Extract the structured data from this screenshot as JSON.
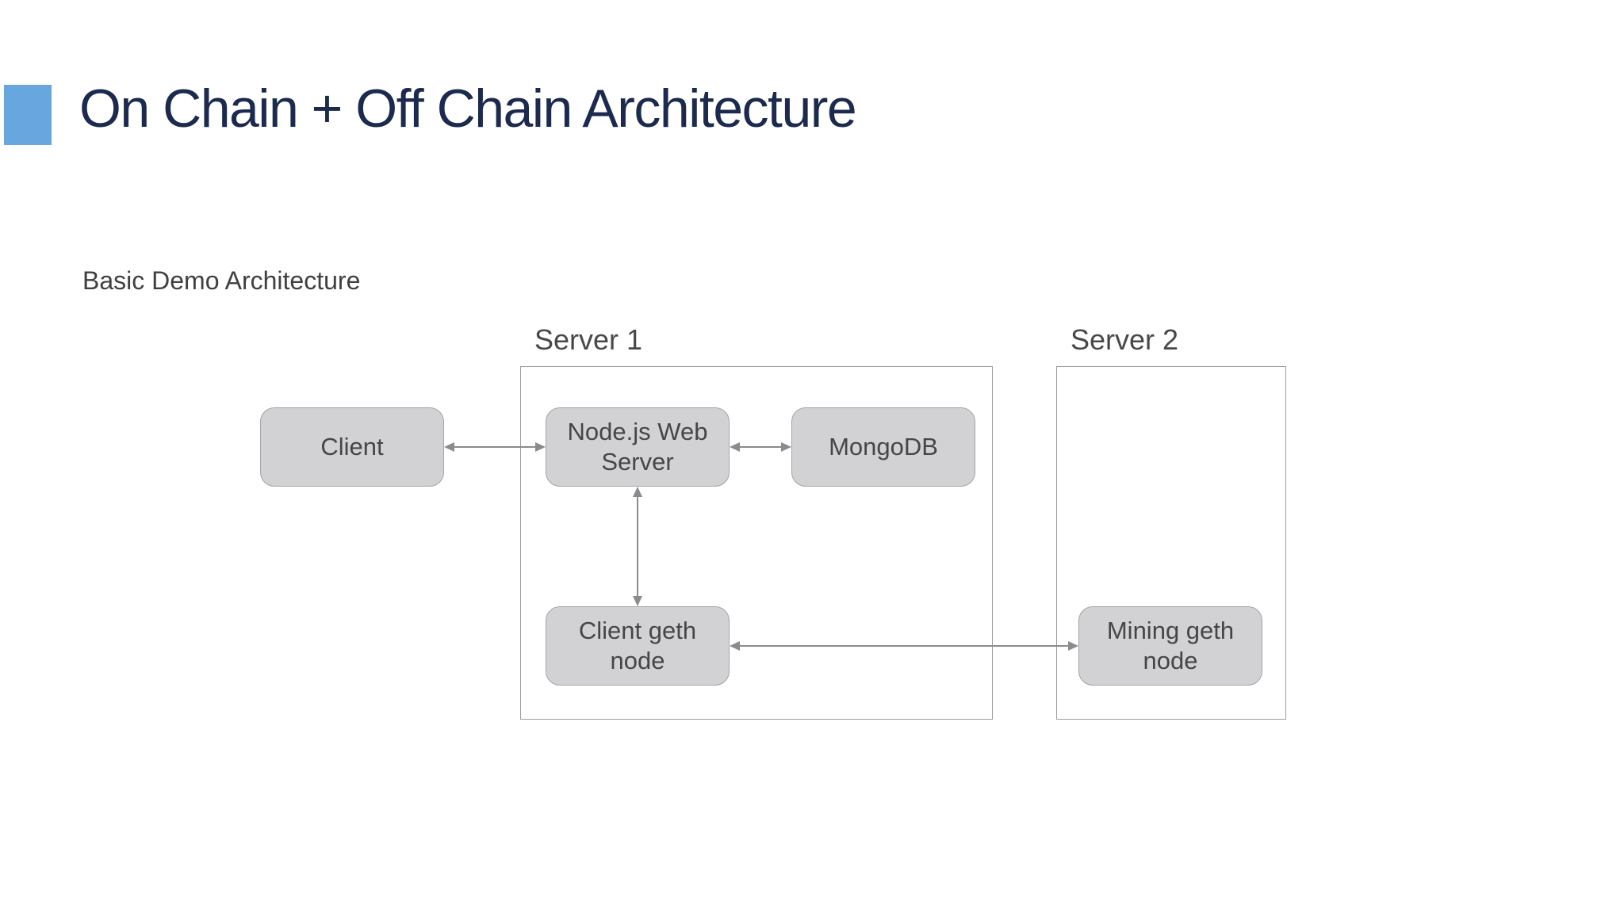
{
  "slide": {
    "title": "On Chain + Off Chain Architecture",
    "subtitle": "Basic Demo Architecture",
    "accent_color": "#68A6DF",
    "title_color": "#1B2A4E",
    "background_color": "#FFFFFF"
  },
  "diagram": {
    "containers": [
      {
        "id": "server1",
        "label": "Server 1"
      },
      {
        "id": "server2",
        "label": "Server 2"
      }
    ],
    "nodes": [
      {
        "id": "client",
        "label": "Client",
        "container": null
      },
      {
        "id": "nodejs",
        "label": "Node.js Web Server",
        "container": "server1"
      },
      {
        "id": "mongodb",
        "label": "MongoDB",
        "container": "server1"
      },
      {
        "id": "client-geth",
        "label": "Client geth node",
        "container": "server1"
      },
      {
        "id": "mining-geth",
        "label": "Mining geth node",
        "container": "server2"
      }
    ],
    "connections": [
      {
        "from": "client",
        "to": "nodejs",
        "type": "bidirectional",
        "orientation": "horizontal"
      },
      {
        "from": "nodejs",
        "to": "mongodb",
        "type": "bidirectional",
        "orientation": "horizontal"
      },
      {
        "from": "nodejs",
        "to": "client-geth",
        "type": "bidirectional",
        "orientation": "vertical"
      },
      {
        "from": "client-geth",
        "to": "mining-geth",
        "type": "bidirectional",
        "orientation": "horizontal"
      }
    ],
    "colors": {
      "node_fill": "#D2D2D4",
      "node_border": "#A4A4A6",
      "node_text": "#464649",
      "container_border": "#9D9D9F",
      "container_label_text": "#484848",
      "arrow": "#8B8B8E",
      "subtitle_text": "#404040"
    }
  }
}
